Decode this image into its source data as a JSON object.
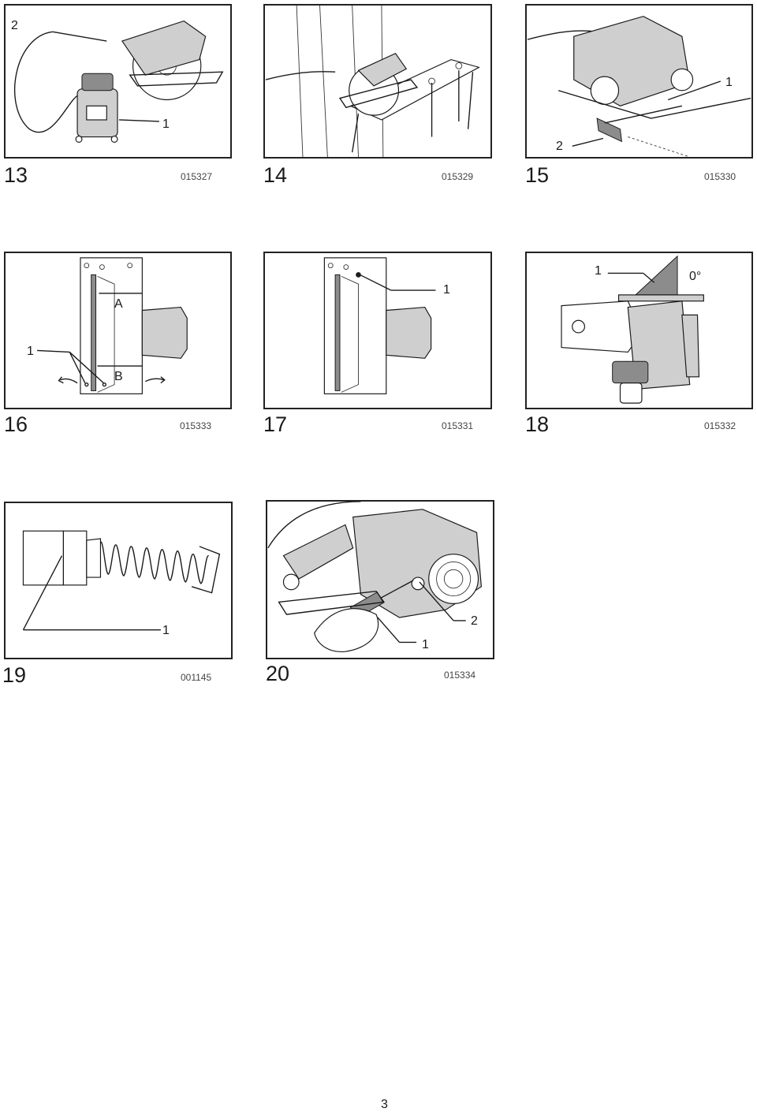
{
  "figures": [
    {
      "number": "13",
      "code": "015327",
      "callouts": [
        "2",
        "1"
      ]
    },
    {
      "number": "14",
      "code": "015329",
      "callouts": []
    },
    {
      "number": "15",
      "code": "015330",
      "callouts": [
        "1",
        "2"
      ]
    },
    {
      "number": "16",
      "code": "015333",
      "callouts": [
        "A",
        "1",
        "B"
      ]
    },
    {
      "number": "17",
      "code": "015331",
      "callouts": [
        "1"
      ]
    },
    {
      "number": "18",
      "code": "015332",
      "callouts": [
        "1",
        "0°"
      ]
    },
    {
      "number": "19",
      "code": "001145",
      "callouts": [
        "1"
      ]
    },
    {
      "number": "20",
      "code": "015334",
      "callouts": [
        "2",
        "1"
      ]
    }
  ],
  "page_number": "3"
}
